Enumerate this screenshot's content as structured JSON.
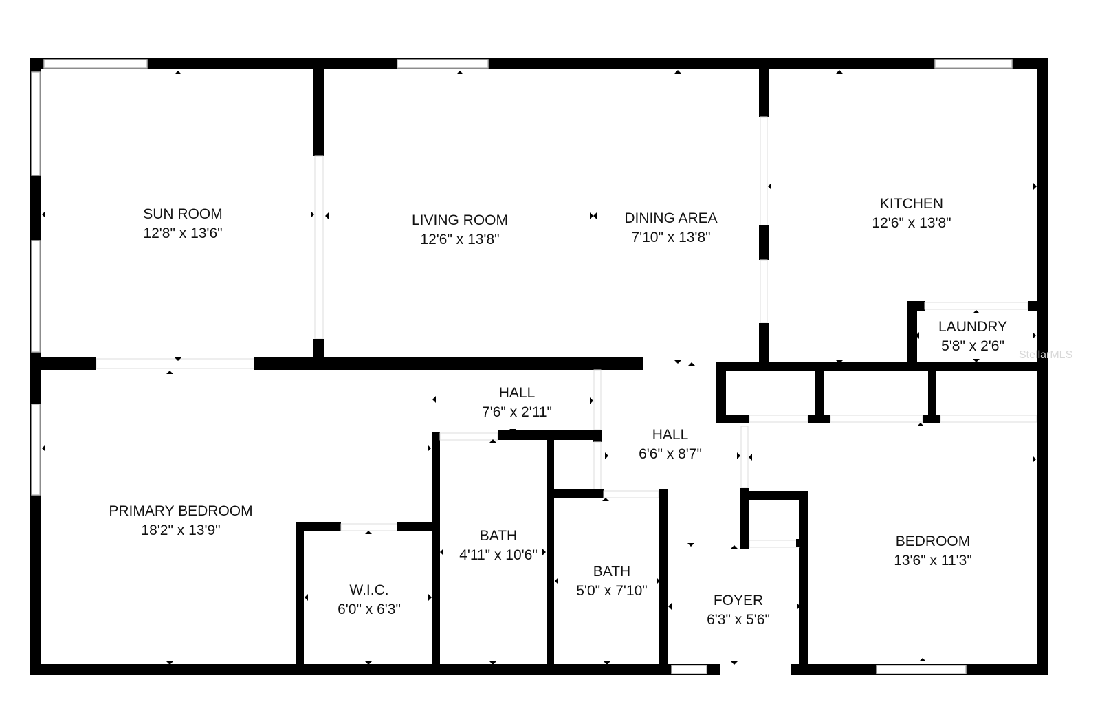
{
  "rooms": [
    {
      "name": "SUN ROOM",
      "size": "12'8\" x 13'6\""
    },
    {
      "name": "LIVING ROOM",
      "size": "12'6\" x 13'8\""
    },
    {
      "name": "DINING AREA",
      "size": "7'10\" x 13'8\""
    },
    {
      "name": "KITCHEN",
      "size": "12'6\" x 13'8\""
    },
    {
      "name": "LAUNDRY",
      "size": "5'8\" x 2'6\""
    },
    {
      "name": "HALL",
      "size": "7'6\" x 2'11\""
    },
    {
      "name": "HALL",
      "size": "6'6\" x 8'7\""
    },
    {
      "name": "PRIMARY BEDROOM",
      "size": "18'2\" x 13'9\""
    },
    {
      "name": "BATH",
      "size": "4'11\" x 10'6\""
    },
    {
      "name": "BATH",
      "size": "5'0\" x 7'10\""
    },
    {
      "name": "W.I.C.",
      "size": "6'0\" x 6'3\""
    },
    {
      "name": "FOYER",
      "size": "6'3\" x 5'6\""
    },
    {
      "name": "BEDROOM",
      "size": "13'6\" x 11'3\""
    }
  ],
  "watermark": "StellarMLS"
}
